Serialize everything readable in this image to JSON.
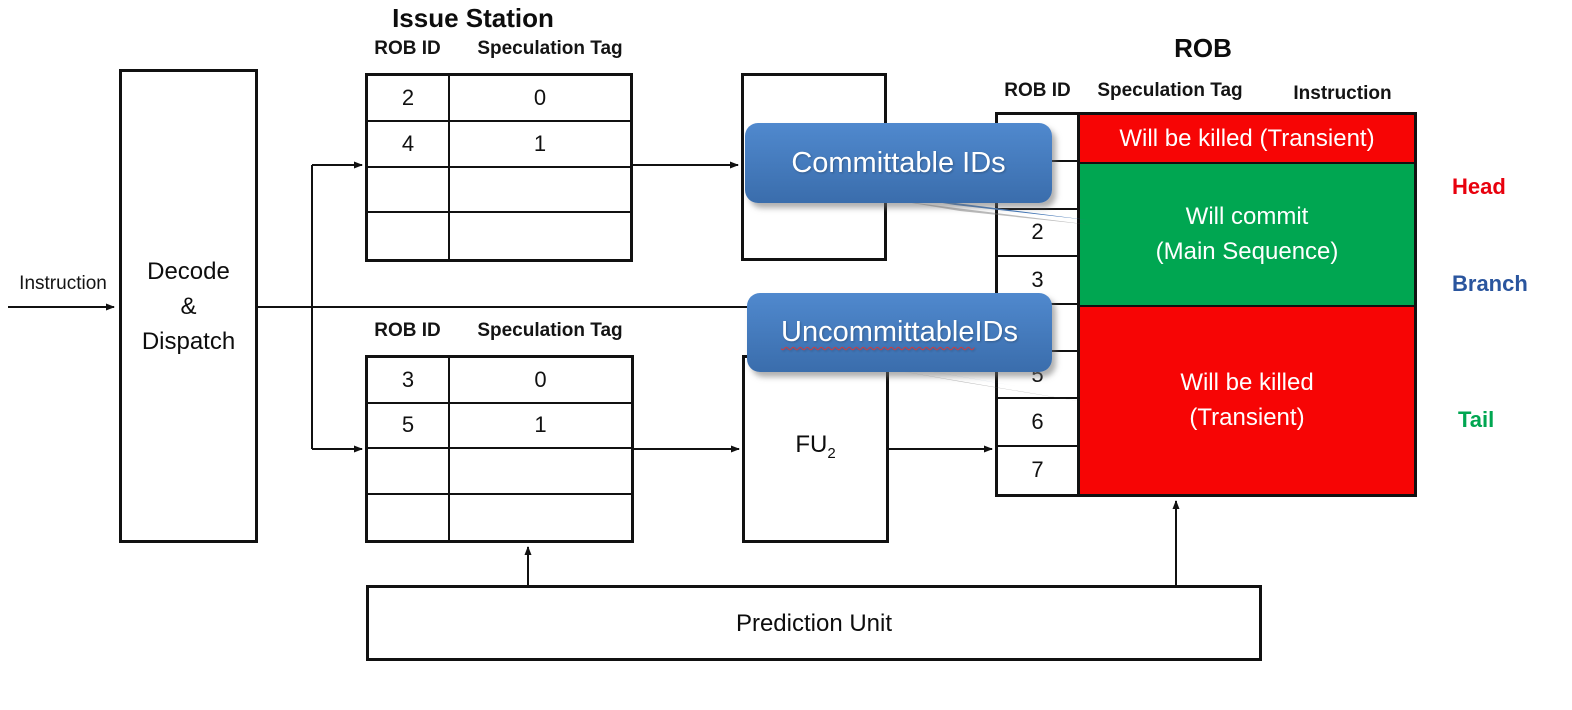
{
  "colors": {
    "red": "#f70505",
    "green": "#00a651",
    "callout_top": "#5089ce",
    "callout_bottom": "#3a6dac",
    "head": "#e8000d",
    "branch": "#2a559e",
    "tail": "#00a651"
  },
  "labels": {
    "instruction_input": "Instruction",
    "decode": {
      "line1": "Decode",
      "line2": "&",
      "line3": "Dispatch"
    },
    "fu2": {
      "base": "FU",
      "sub": "2"
    },
    "prediction_unit": "Prediction Unit"
  },
  "issue_station": {
    "title": "Issue Station",
    "col_rob_id": "ROB ID",
    "col_spec_tag": "Speculation Tag",
    "table1_rows": [
      [
        "2",
        "0"
      ],
      [
        "4",
        "1"
      ],
      [
        "",
        ""
      ],
      [
        "",
        ""
      ]
    ],
    "table2_rows": [
      [
        "3",
        "0"
      ],
      [
        "5",
        "1"
      ],
      [
        "",
        ""
      ],
      [
        "",
        ""
      ]
    ]
  },
  "rob": {
    "title": "ROB",
    "col_rob_id": "ROB ID",
    "col_spec_tag": "Speculation Tag",
    "col_instruction": "Instruction",
    "ids": [
      "",
      "",
      "2",
      "3",
      "",
      "5",
      "6",
      "7"
    ],
    "zones": [
      {
        "line1": "Will be killed (Transient)",
        "line2": ""
      },
      {
        "line1": "Will commit",
        "line2": "(Main Sequence)"
      },
      {
        "line1": "Will be killed",
        "line2": "(Transient)"
      }
    ],
    "pointers": {
      "head": "Head",
      "branch": "Branch",
      "tail": "Tail"
    }
  },
  "callouts": {
    "committable": {
      "text": "Committable IDs"
    },
    "uncommittable": {
      "word": "Uncommittable",
      "suffix": " IDs"
    }
  }
}
